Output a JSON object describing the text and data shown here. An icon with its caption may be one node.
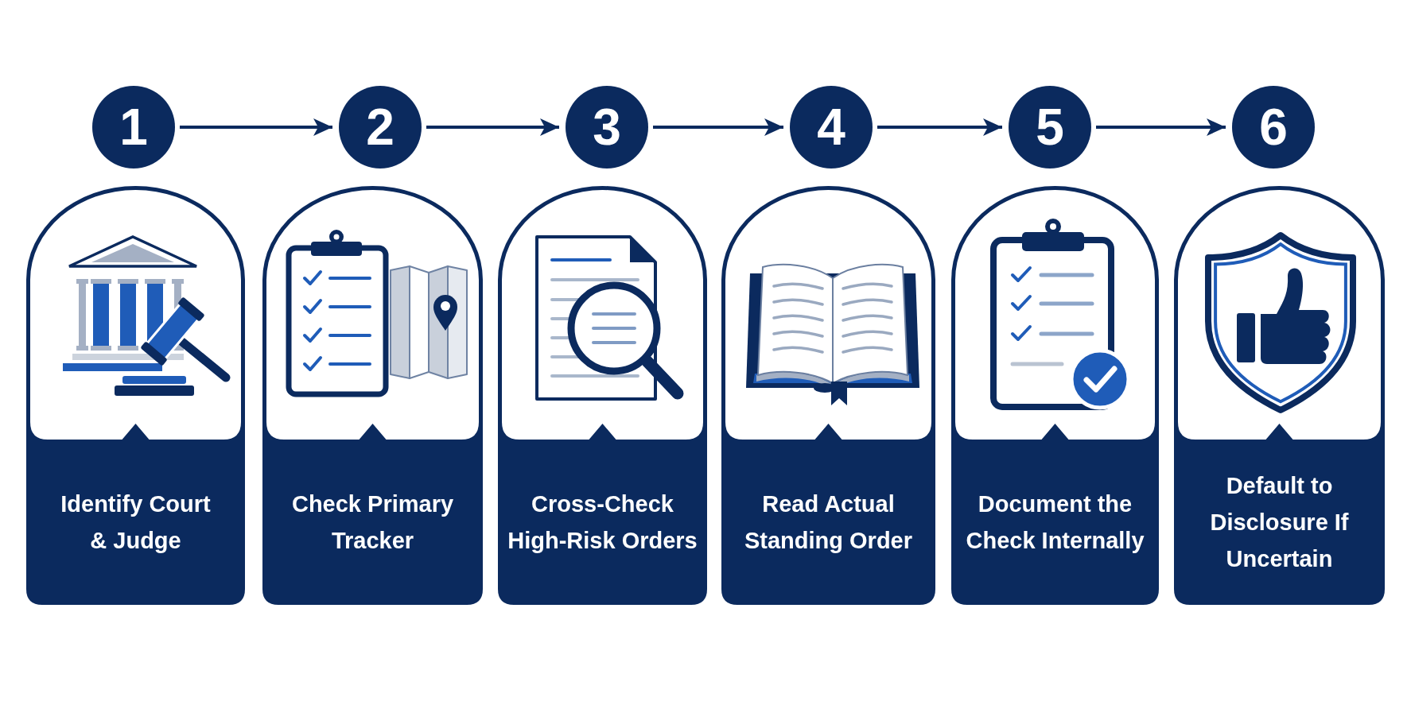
{
  "diagram": {
    "nodes": [
      {
        "text": [
          "1"
        ]
      },
      {
        "text": [
          "2"
        ]
      },
      {
        "text": [
          "3"
        ]
      },
      {
        "text": [
          "4"
        ]
      },
      {
        "text": [
          "5"
        ]
      },
      {
        "text": [
          "6"
        ]
      },
      {
        "text": [
          "Identify Court & Judge"
        ]
      },
      {
        "text": [
          "Check Primary Tracker"
        ]
      },
      {
        "text": [
          "Cross-Check High-Risk Orders"
        ]
      },
      {
        "text": [
          "Read Actual Standing Order"
        ]
      },
      {
        "text": [
          "Document the Check Internally"
        ]
      },
      {
        "text": [
          "Default to Disclosure If Uncertain"
        ]
      }
    ],
    "edges": [
      {
        "from": 0,
        "to": 1,
        "arrow": "to"
      },
      {
        "from": 1,
        "to": 2,
        "arrow": "to"
      },
      {
        "from": 2,
        "to": 3,
        "arrow": "to"
      },
      {
        "from": 3,
        "to": 4,
        "arrow": "to"
      },
      {
        "from": 4,
        "to": 5,
        "arrow": "to"
      }
    ]
  }
}
